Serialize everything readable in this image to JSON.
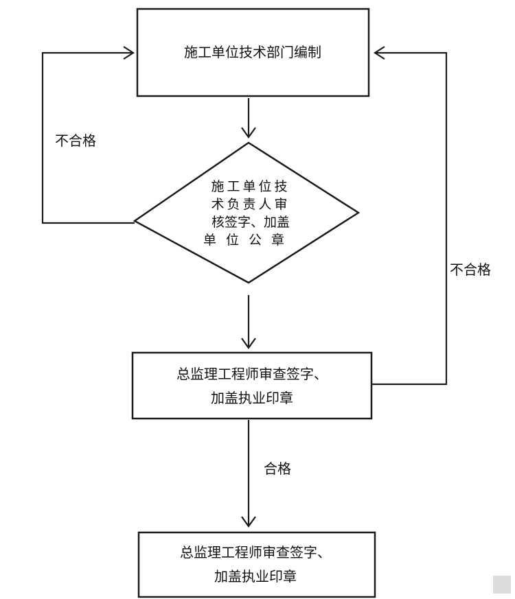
{
  "nodes": {
    "compile": {
      "text": "施工单位技术部门编制"
    },
    "review": {
      "lines": [
        "施工单位技",
        "术负责人审",
        "核签字、加盖",
        "单位公章"
      ]
    },
    "supervisor_1": {
      "lines": [
        "总监理工程师审查签字、",
        "加盖执业印章"
      ]
    },
    "supervisor_2": {
      "lines": [
        "总监理工程师审查签字、",
        "加盖执业印章"
      ]
    }
  },
  "edges": {
    "fail_left": "不合格",
    "fail_right": "不合格",
    "pass": "合格"
  }
}
